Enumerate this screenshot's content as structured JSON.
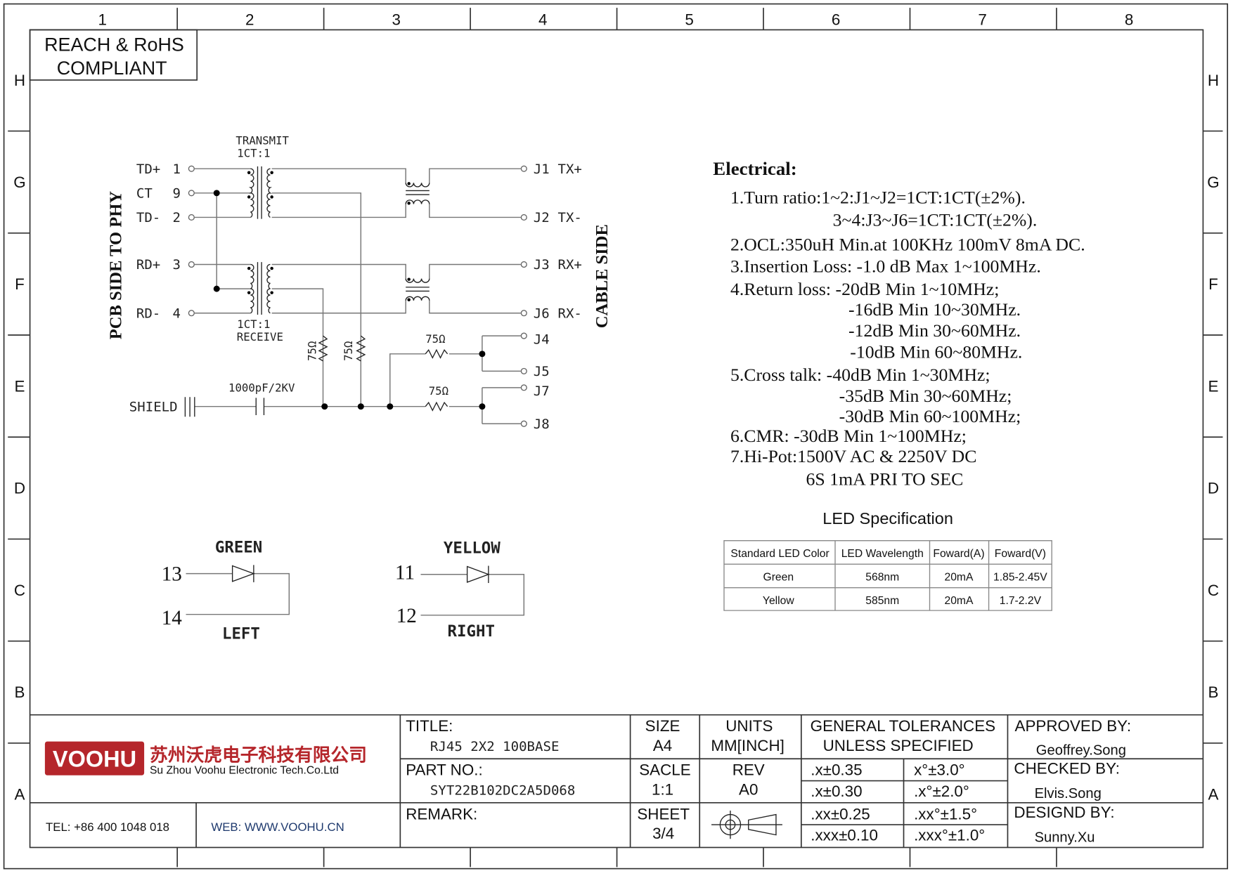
{
  "grid": {
    "columns": [
      "1",
      "2",
      "3",
      "4",
      "5",
      "6",
      "7",
      "8"
    ],
    "rows": [
      "H",
      "G",
      "F",
      "E",
      "D",
      "C",
      "B",
      "A"
    ]
  },
  "compliance": {
    "line1": "REACH & RoHS",
    "line2": "COMPLIANT"
  },
  "schematic": {
    "side_left": "PCB SIDE TO PHY",
    "side_right": "CABLE SIDE",
    "transmit_label": "TRANSMIT",
    "transmit_ratio": "1CT:1",
    "receive_ratio": "1CT:1",
    "receive_label": "RECEIVE",
    "left_pins": [
      {
        "name": "TD+",
        "num": "1"
      },
      {
        "name": "CT",
        "num": "9"
      },
      {
        "name": "TD-",
        "num": "2"
      },
      {
        "name": "RD+",
        "num": "3"
      },
      {
        "name": "RD-",
        "num": "4"
      }
    ],
    "right_pins": [
      {
        "name": "J1",
        "sig": "TX+"
      },
      {
        "name": "J2",
        "sig": "TX-"
      },
      {
        "name": "J3",
        "sig": "RX+"
      },
      {
        "name": "J6",
        "sig": "RX-"
      },
      {
        "name": "J4",
        "sig": ""
      },
      {
        "name": "J5",
        "sig": ""
      },
      {
        "name": "J7",
        "sig": ""
      },
      {
        "name": "J8",
        "sig": ""
      }
    ],
    "resistor": "75Ω",
    "capacitor": "1000pF/2KV",
    "shield": "SHIELD"
  },
  "electrical": {
    "heading": "Electrical:",
    "lines": [
      "1.Turn ratio:1~2:J1~J2=1CT:1CT(±2%).",
      "3~4:J3~J6=1CT:1CT(±2%).",
      "2.OCL:350uH Min.at 100KHz 100mV 8mA DC.",
      "3.Insertion Loss: -1.0 dB Max 1~100MHz.",
      "4.Return loss: -20dB Min 1~10MHz;",
      "-16dB Min 10~30MHz.",
      "-12dB Min 30~60MHz.",
      "-10dB Min 60~80MHz.",
      "5.Cross talk: -40dB Min 1~30MHz;",
      "-35dB Min 30~60MHz;",
      "-30dB Min 60~100MHz;",
      "6.CMR: -30dB Min 1~100MHz;",
      "7.Hi-Pot:1500V AC & 2250V DC",
      "6S 1mA PRI TO SEC"
    ]
  },
  "leds": {
    "green": {
      "label": "GREEN",
      "pin_a": "13",
      "pin_b": "14",
      "position": "LEFT"
    },
    "yellow": {
      "label": "YELLOW",
      "pin_a": "11",
      "pin_b": "12",
      "position": "RIGHT"
    }
  },
  "led_spec": {
    "title": "LED Specification",
    "headers": [
      "Standard LED Color",
      "LED Wavelength",
      "Foward(A)",
      "Foward(V)"
    ],
    "rows": [
      [
        "Green",
        "568nm",
        "20mA",
        "1.85-2.45V"
      ],
      [
        "Yellow",
        "585nm",
        "20mA",
        "1.7-2.2V"
      ]
    ]
  },
  "title_block": {
    "logo_text": "VOOHU",
    "company_cn": "苏州沃虎电子科技有限公司",
    "company_en": "Su Zhou Voohu Electronic Tech.Co.Ltd",
    "tel": "TEL: +86 400 1048 018",
    "web": "WEB: WWW.VOOHU.CN",
    "title_label": "TITLE:",
    "title_value": "RJ45 2X2 100BASE",
    "part_label": "PART NO.:",
    "part_value": "SYT22B102DC2A5D068",
    "remark_label": "REMARK:",
    "size_label": "SIZE",
    "size_value": "A4",
    "scale_label": "SACLE",
    "scale_value": "1:1",
    "sheet_label": "SHEET",
    "sheet_value": "3/4",
    "units_label": "UNITS",
    "units_value": "MM[INCH]",
    "rev_label": "REV",
    "rev_value": "A0",
    "tol_line1": "GENERAL TOLERANCES",
    "tol_line2": "UNLESS SPECIFIED",
    "tolerances": [
      [
        ".x±0.35",
        "x°±3.0°"
      ],
      [
        ".x±0.30",
        ".x°±2.0°"
      ],
      [
        ".xx±0.25",
        ".xx°±1.5°"
      ],
      [
        ".xxx±0.10",
        ".xxx°±1.0°"
      ]
    ],
    "approved_label": "APPROVED BY:",
    "approved_value": "Geoffrey.Song",
    "checked_label": "CHECKED BY:",
    "checked_value": "Elvis.Song",
    "designed_label": "DESIGND BY:",
    "designed_value": "Sunny.Xu"
  },
  "colors": {
    "logo_red": "#b5262b",
    "web_blue": "#1f3a6e"
  }
}
